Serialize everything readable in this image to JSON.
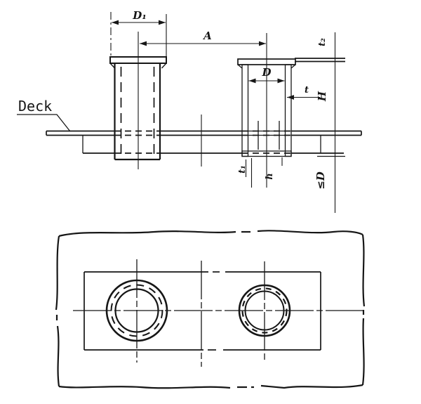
{
  "drawing": {
    "kind": "bollard-installation-technical-drawing",
    "ink_color": "#161616",
    "paper_color": "#ffffff",
    "labels": {
      "deck": "Deck",
      "d1": "D₁",
      "a": "A",
      "d": "D",
      "t": "t",
      "t2": "t₂",
      "height": "H",
      "t1": "t₁",
      "h": "h",
      "max_diameter": "≤D"
    }
  }
}
